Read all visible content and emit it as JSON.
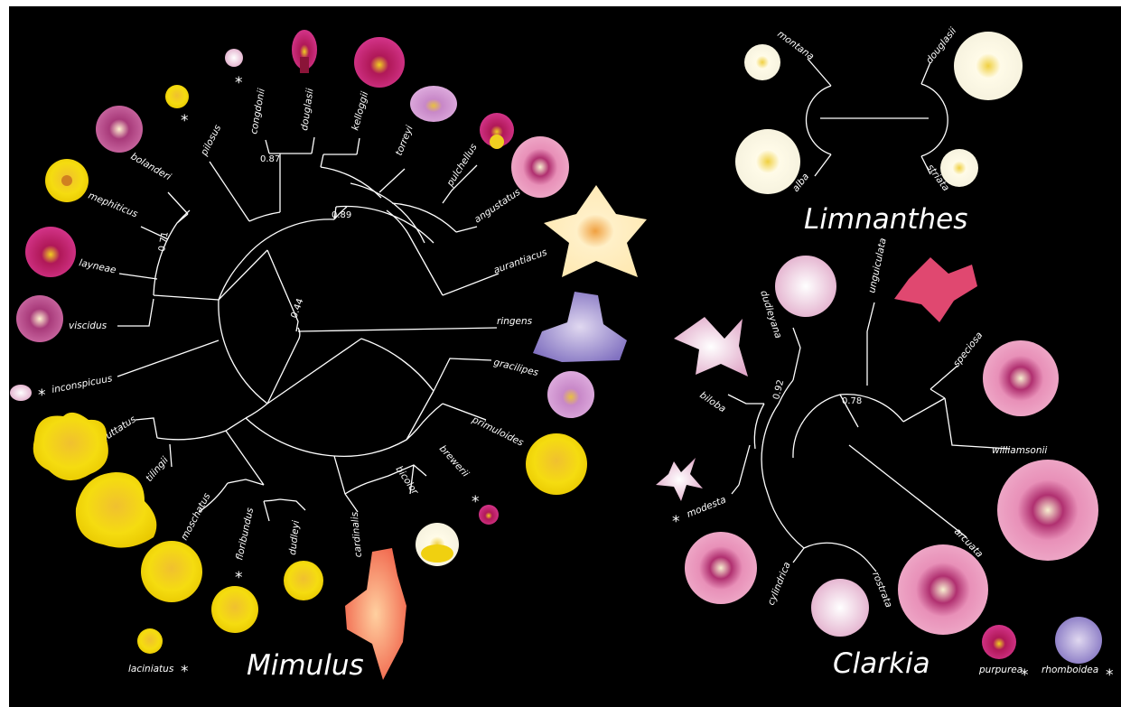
{
  "genera": {
    "mimulus": "Mimulus",
    "limnanthes": "Limnanthes",
    "clarkia": "Clarkia"
  },
  "asterisk": "*",
  "mimulus": {
    "taxa": [
      "congdonii",
      "douglasii",
      "kelloggii",
      "torreyi",
      "pilosus",
      "pulchellus",
      "angustatus",
      "bolanderi",
      "mephiticus",
      "aurantiacus",
      "layneae",
      "viscidus",
      "ringens",
      "inconspicuus",
      "gracilipes",
      "guttatus",
      "primuloides",
      "tilingii",
      "brewerii",
      "bicolor",
      "moschatus",
      "floribundus",
      "dudleyi",
      "cardinalis",
      "laciniatus"
    ],
    "support": [
      "0.87",
      "0.89",
      "0.71",
      "0.44"
    ]
  },
  "limnanthes": {
    "taxa": [
      "montana",
      "douglasii",
      "alba",
      "striata"
    ]
  },
  "clarkia": {
    "taxa": [
      "dudleyana",
      "unguiculata",
      "speciosa",
      "biloba",
      "williamsonii",
      "modesta",
      "arcuata",
      "cylindrica",
      "rostrata",
      "purpurea",
      "rhomboidea"
    ],
    "support": [
      "0.92",
      "0.78"
    ]
  },
  "colors": {
    "background": "#000000",
    "tree": "#ffffff",
    "page": "#ffffff"
  }
}
